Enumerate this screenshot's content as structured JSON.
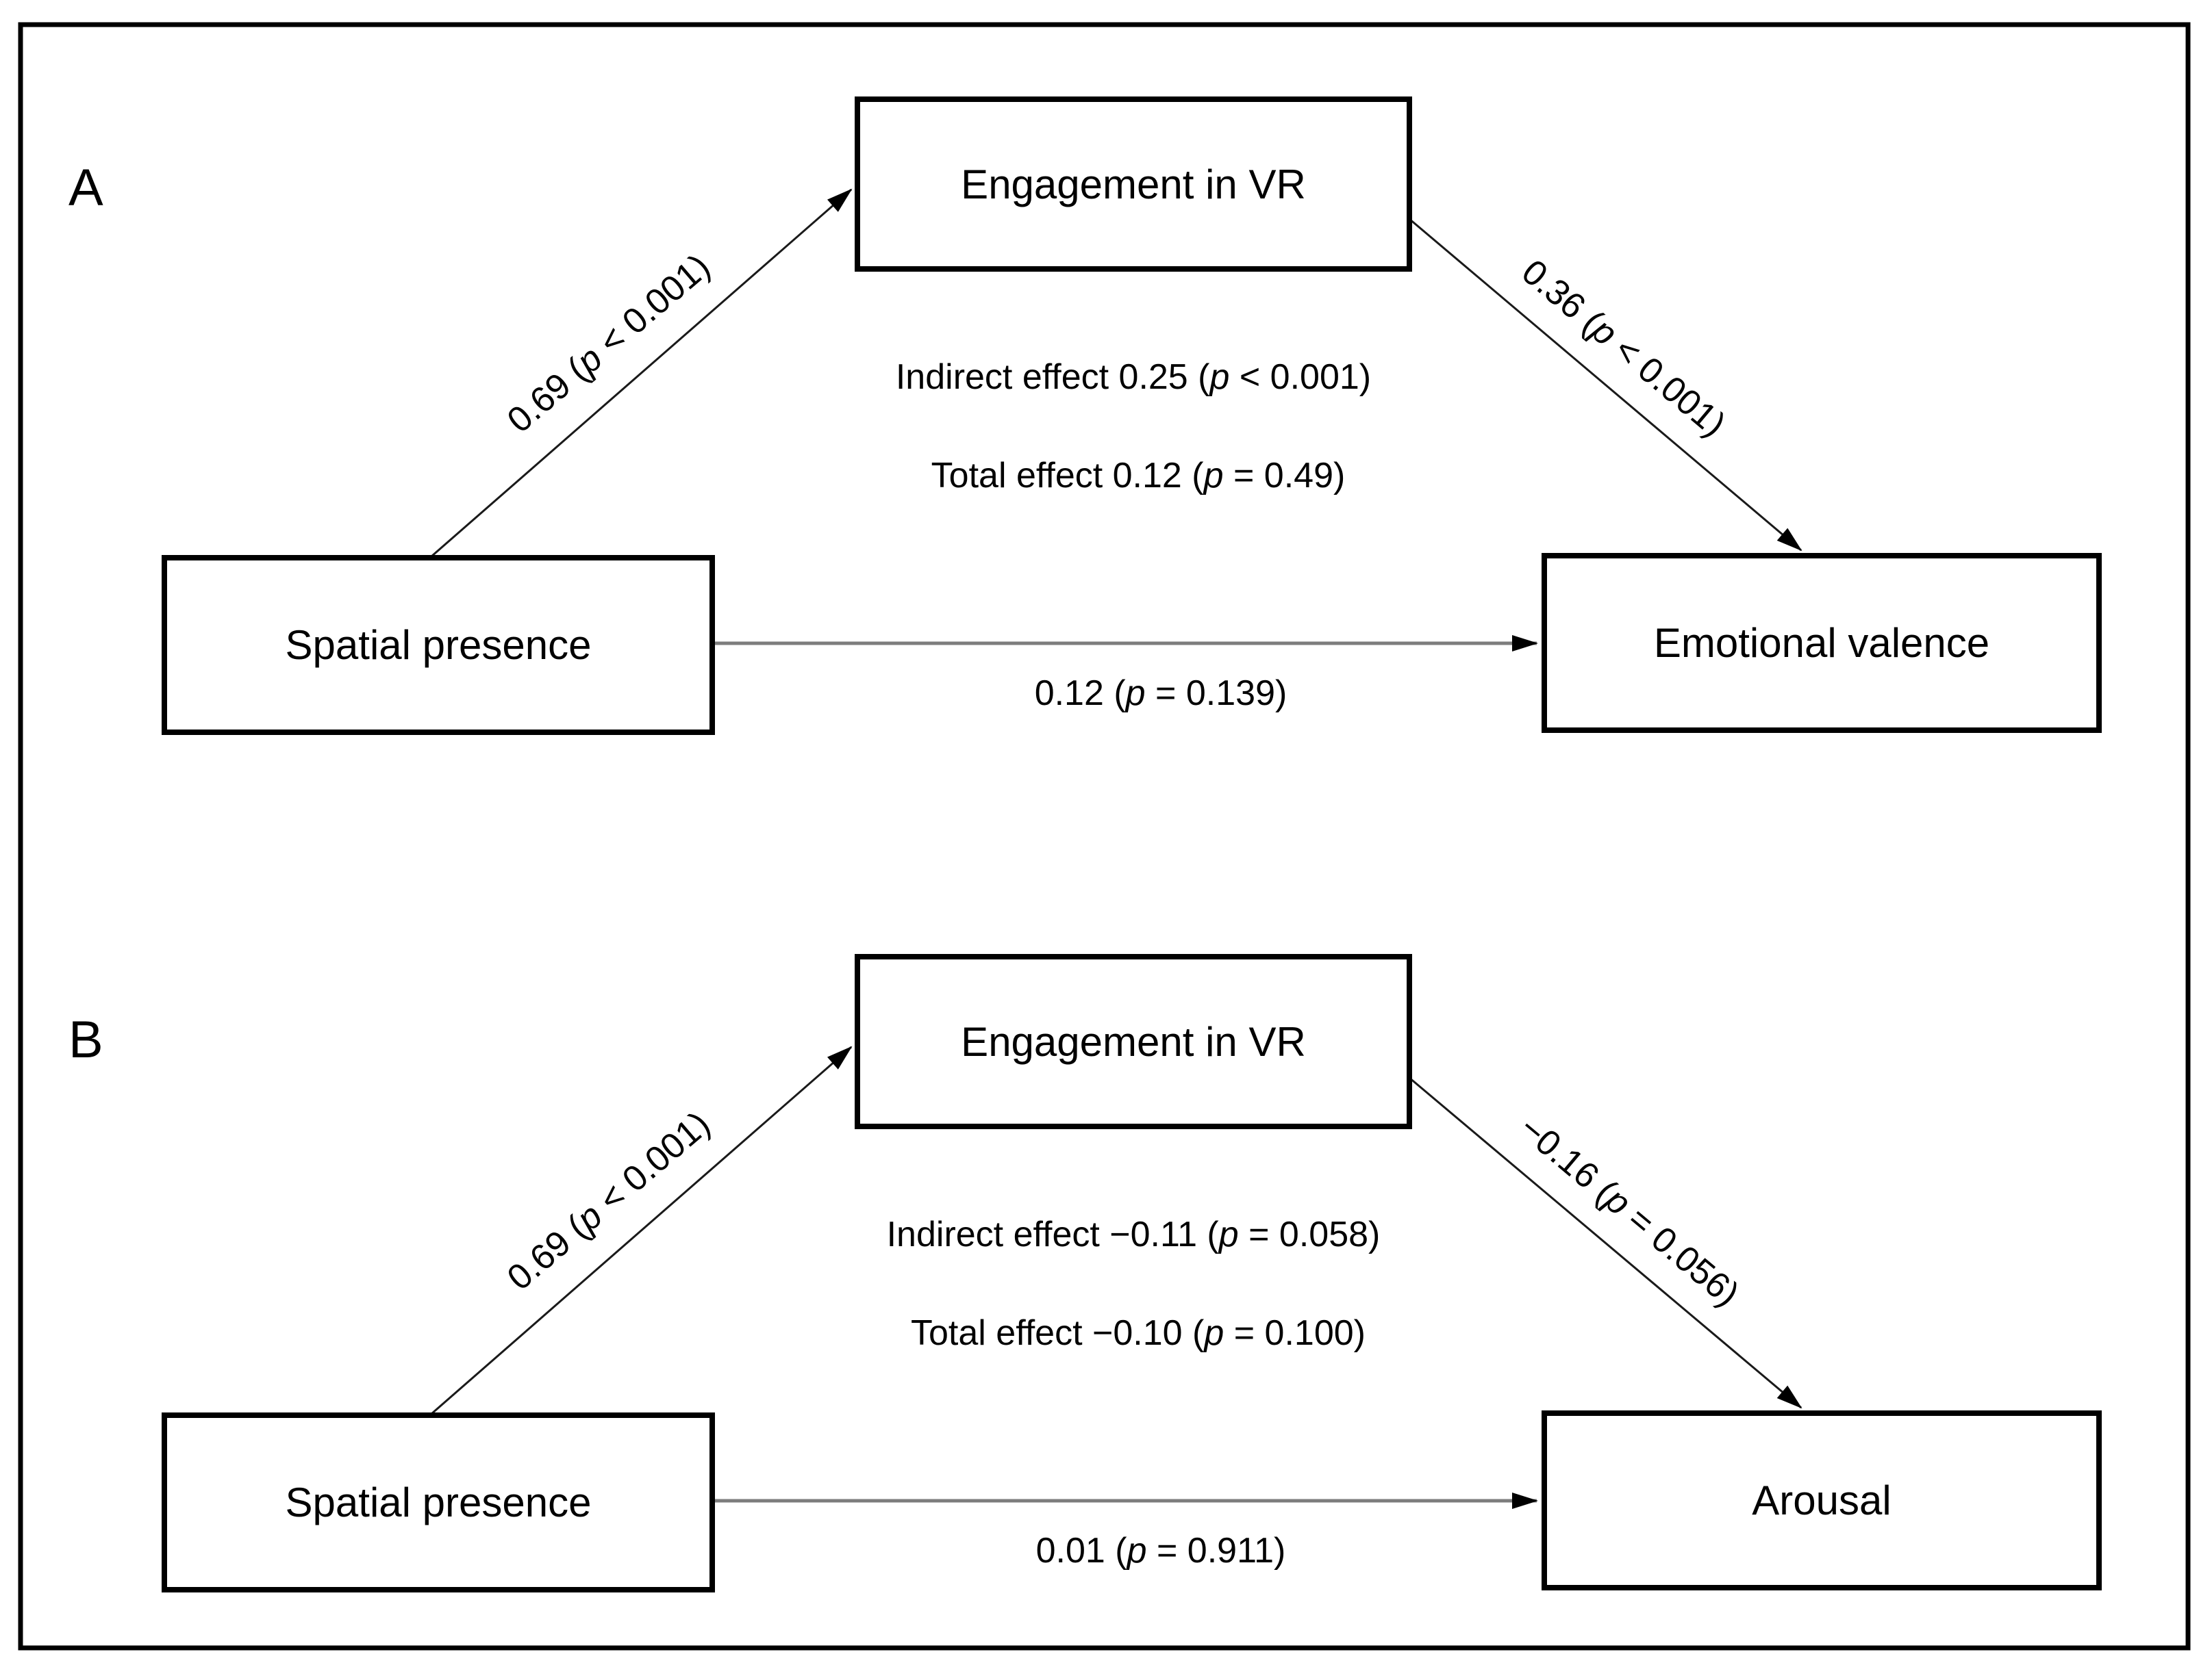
{
  "figure": {
    "background": "#ffffff",
    "border_color": "#000000",
    "box_border_color": "#000000",
    "arrow_color": "#1a1a1a",
    "direct_arrow_color": "#7d7d7d",
    "panels": [
      {
        "label": "A",
        "boxes": {
          "predictor": "Spatial presence",
          "mediator": "Engagement in VR",
          "outcome": "Emotional valence"
        },
        "paths": {
          "a_label": "0.69 (p < 0.001)",
          "b_label": "0.36 (p < 0.001)",
          "direct_label": "0.12 (p = 0.139)"
        },
        "indirect_effect": "Indirect effect 0.25 (p < 0.001)",
        "total_effect": "Total effect 0.12 (p = 0.49)"
      },
      {
        "label": "B",
        "boxes": {
          "predictor": "Spatial presence",
          "mediator": "Engagement in VR",
          "outcome": "Arousal"
        },
        "paths": {
          "a_label": "0.69 (p < 0.001)",
          "b_label": "−0.16 (p = 0.056)",
          "direct_label": "0.01 (p = 0.911)"
        },
        "indirect_effect": "Indirect effect −0.11 (p = 0.058)",
        "total_effect": "Total effect −0.10 (p = 0.100)"
      }
    ]
  }
}
